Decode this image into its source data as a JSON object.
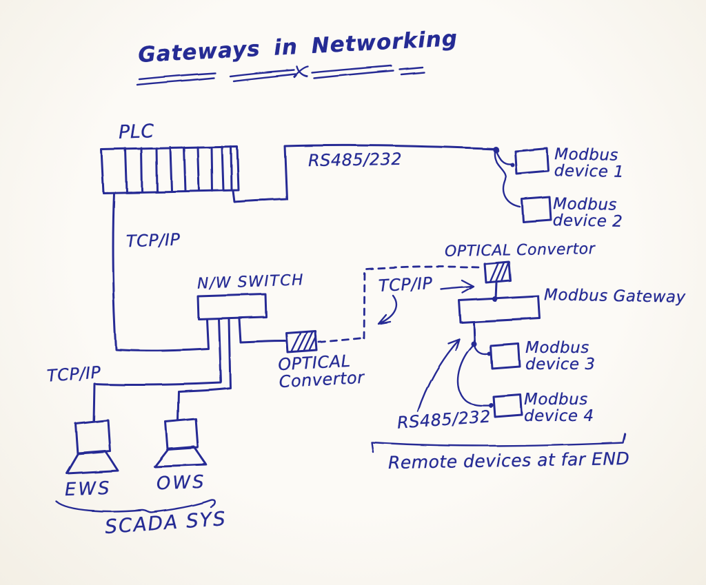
{
  "title": "Gateways in Networking",
  "colors": {
    "ink": "#252b94",
    "paper": "#faf8f2"
  },
  "nodes": {
    "plc": {
      "label": "PLC"
    },
    "nw_switch": {
      "label": "N/W SWITCH"
    },
    "optical_convertor_fiber_side": {
      "line1": "OPTICAL",
      "line2": "Convertor"
    },
    "optical_convertor_remote": {
      "label": "OPTICAL Convertor"
    },
    "modbus_gateway": {
      "label": "Modbus Gateway"
    },
    "modbus_device_1": {
      "line1": "Modbus",
      "line2": "device 1"
    },
    "modbus_device_2": {
      "line1": "Modbus",
      "line2": "device 2"
    },
    "modbus_device_3": {
      "line1": "Modbus",
      "line2": "device 3"
    },
    "modbus_device_4": {
      "line1": "Modbus",
      "line2": "device 4"
    },
    "ews": {
      "label": "EWS"
    },
    "ows": {
      "label": "OWS"
    }
  },
  "links": {
    "plc_serial_bus": {
      "label": "RS485/232"
    },
    "plc_to_switch": {
      "label": "TCP/IP"
    },
    "switch_to_workstations": {
      "label": "TCP/IP"
    },
    "fiber_link": {
      "label": "TCP/IP"
    },
    "gateway_serial_bus": {
      "label": "RS485/232"
    }
  },
  "annotations": {
    "workstation_group": "SCADA SYS",
    "remote_group": "Remote devices at far END"
  }
}
